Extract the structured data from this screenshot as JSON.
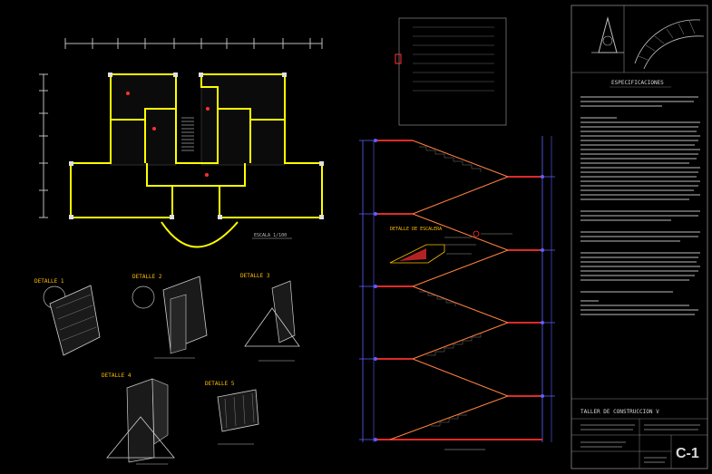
{
  "details": [
    {
      "label": "DETALLE 1"
    },
    {
      "label": "DETALLE 2"
    },
    {
      "label": "DETALLE 3"
    },
    {
      "label": "DETALLE 4"
    },
    {
      "label": "DETALLE 5"
    }
  ],
  "plan": {
    "scale_label": "ESCALA 1/100"
  },
  "stair_detail": {
    "label": "DETALLE DE ESCALERA"
  },
  "title_block": {
    "section_heading": "ESPECIFICACIONES",
    "project_title": "TALLER DE CONSTRUCCION V",
    "sheet_number": "C-1"
  },
  "colors": {
    "background": "#000000",
    "wall": "#ffff00",
    "detail_label": "#ffc000",
    "dimension": "#5f5fff",
    "stair_flight": "#ff8040",
    "landing": "#ff3030",
    "linework": "#d8d8d8"
  }
}
